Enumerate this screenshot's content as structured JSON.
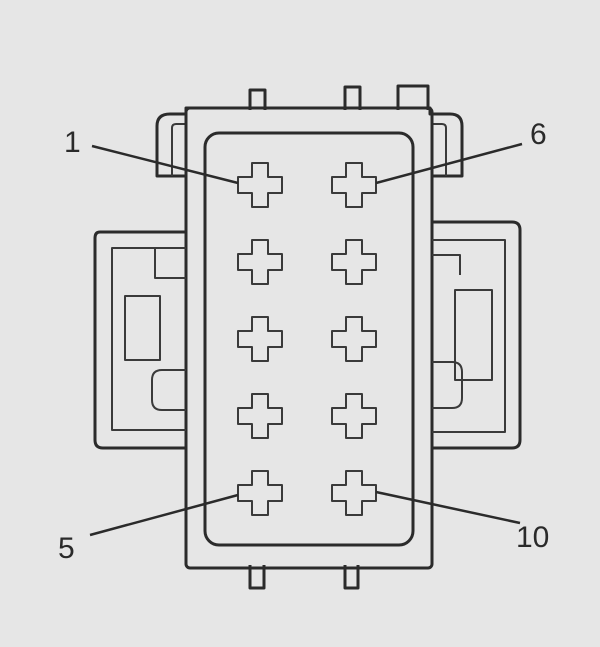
{
  "diagram": {
    "line_color": "#2b2b2b",
    "background_color": "#e6e6e6",
    "cavity_rows": 5,
    "cavity_columns": 2,
    "pin_labels": [
      {
        "id": "pin-1",
        "text": "1"
      },
      {
        "id": "pin-5",
        "text": "5"
      },
      {
        "id": "pin-6",
        "text": "6"
      },
      {
        "id": "pin-10",
        "text": "10"
      }
    ]
  }
}
